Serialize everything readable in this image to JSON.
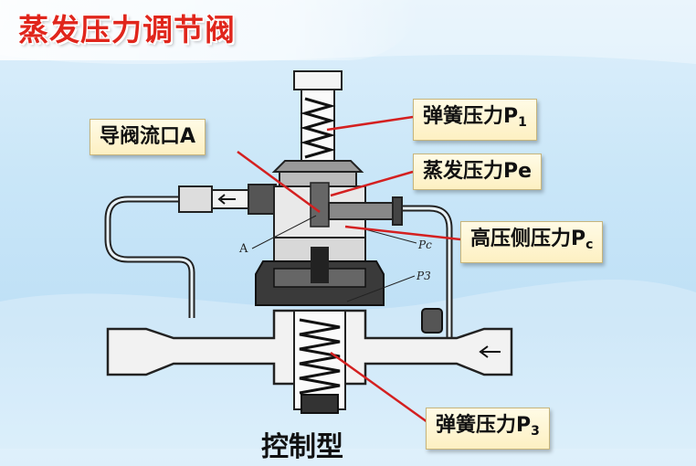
{
  "title": "蒸发压力调节阀",
  "labels": {
    "pilot_port": "导阀流口A",
    "spring_p1": "弹簧压力P",
    "spring_p1_sub": "1",
    "evap_pe": "蒸发压力Pe",
    "high_pc": "高压侧压力P",
    "high_pc_sub": "c",
    "spring_p3": "弹簧压力P",
    "spring_p3_sub": "3"
  },
  "drawing_marks": {
    "a": "A",
    "pc": "Pc",
    "p3": "P3"
  },
  "bottom_caption": "控制型",
  "colors": {
    "title": "#e0261c",
    "leader": "#d42020",
    "callout_bg": "#fdf3c8"
  }
}
